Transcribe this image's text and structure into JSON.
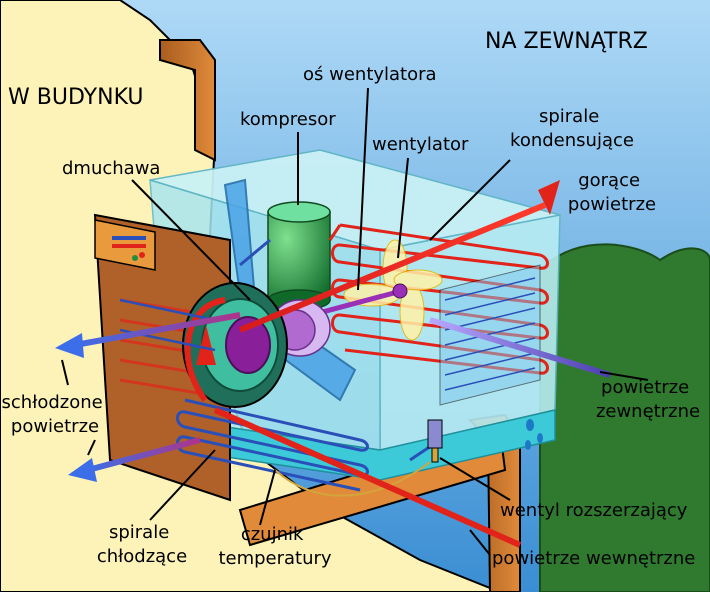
{
  "regions": {
    "indoor": "W BUDYNKU",
    "outdoor": "NA ZEWNĄTRZ"
  },
  "labels": {
    "fan_axis": "oś wentylatora",
    "compressor": "kompresor",
    "fan": "wentylator",
    "condenser_coils": [
      "spirale",
      "kondensujące"
    ],
    "blower": "dmuchawa",
    "hot_air": [
      "gorące",
      "powietrze"
    ],
    "cooled_air": [
      "schłodzone",
      "powietrze"
    ],
    "outside_air": [
      "powietrze",
      "zewnętrzne"
    ],
    "expansion_valve": "wentyl rozszerzający",
    "cooling_coils": [
      "spirale",
      "chłodzące"
    ],
    "temperature_sensor": [
      "czujnik",
      "temperatury"
    ],
    "inside_air": "powietrze wewnętrzne"
  },
  "colors": {
    "sky": "#5aa9e6",
    "indoor_wall": "#fdf3b8",
    "unit_glass": "#b7ecf2",
    "compressor": "#1f8f3f",
    "coil_red": "#e2231a",
    "coil_blue": "#2a4fb8",
    "wood": "#c9772a",
    "bush": "#2f7a2e",
    "blower_purple": "#8a1f9a"
  }
}
